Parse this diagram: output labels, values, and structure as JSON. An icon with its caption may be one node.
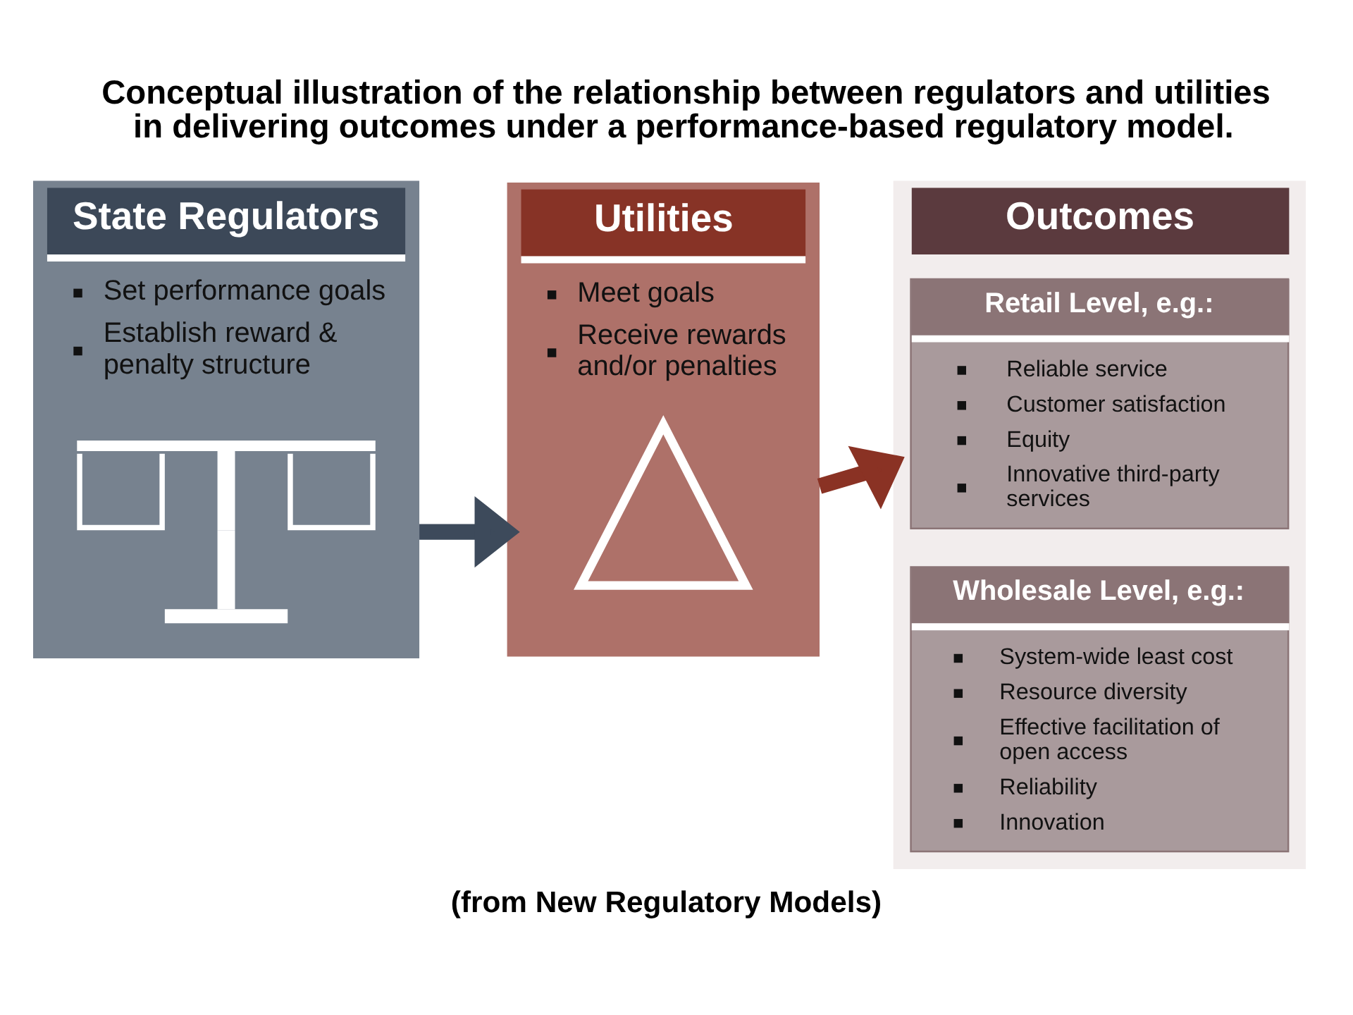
{
  "diagram": {
    "title": "Conceptual illustration of the relationship between regulators and utilities in delivering outcomes under a performance-based regulatory model.",
    "caption": "(from New Regulatory Models)",
    "nodes": [
      {
        "text": [
          "State Regulators",
          "Set performance goals",
          "Establish reward & penalty structure"
        ]
      },
      {
        "text": [],
        "shape": "picture",
        "in": 0
      },
      {
        "text": [
          "Utilities",
          "Meet goals",
          "Receive rewards and/or penalties"
        ]
      },
      {
        "text": [],
        "shape": "picture",
        "in": 2
      },
      {
        "text": [
          "Outcomes"
        ]
      },
      {
        "text": [
          "Retail Level, e.g.:",
          "Reliable service",
          "Customer satisfaction",
          "Equity",
          "Innovative third-party services"
        ],
        "in": 4
      },
      {
        "text": [
          "Wholesale Level, e.g.:",
          "System-wide least cost",
          "Resource diversity",
          "Effective facilitation of open access",
          "Reliability",
          "Innovation"
        ],
        "in": 4
      }
    ],
    "edges": [
      {
        "from": 0,
        "to": 2,
        "arrow": "to",
        "color": "#3d4a5b"
      },
      {
        "from": 2,
        "to": 4,
        "arrow": "to",
        "color": "#8a3224"
      }
    ]
  }
}
